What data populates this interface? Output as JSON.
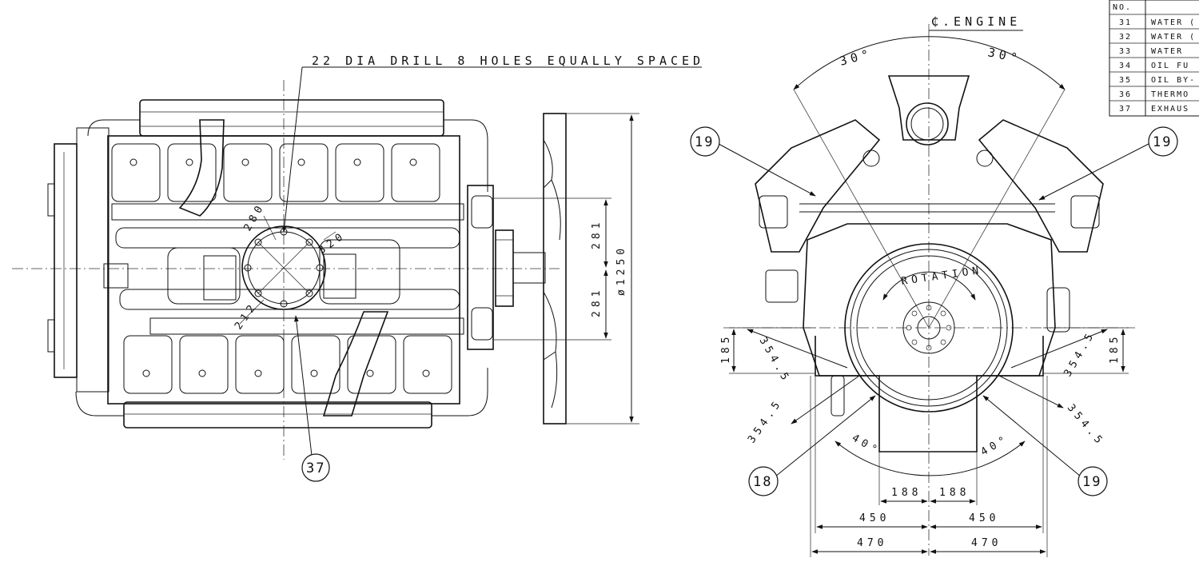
{
  "notes": {
    "drill": "22 DIA DRILL 8 HOLES EQUALLY SPACED",
    "centerline": "₵.ENGINE",
    "rotation": "ROTATION"
  },
  "balloons": {
    "top_left": "19",
    "top_right": "19",
    "bottom_left": "18",
    "bottom_right": "19",
    "side_view": "37"
  },
  "dimensions": {
    "angle_top_left": "30°",
    "angle_top_right": "30°",
    "angle_bottom_left": "40°",
    "angle_bottom_right": "40°",
    "dim_185_left": "185",
    "dim_185_right": "185",
    "dim_3545_a": "354.5",
    "dim_3545_b": "354.5",
    "dim_3545_c": "354.5",
    "dim_3545_d": "354.5",
    "dim_188_left": "188",
    "dim_188_right": "188",
    "dim_450_left": "450",
    "dim_450_right": "450",
    "dim_470_left": "470",
    "dim_470_right": "470",
    "dim_281_top": "281",
    "dim_281_bottom": "281",
    "dim_fan_dia": "ø1250",
    "dim_280": "280",
    "dim_320": "320",
    "dim_212": "212"
  },
  "parts_table": {
    "header": "NO.",
    "rows": [
      {
        "no": "31",
        "name": "WATER ("
      },
      {
        "no": "32",
        "name": "WATER ("
      },
      {
        "no": "33",
        "name": "WATER"
      },
      {
        "no": "34",
        "name": "OIL FU"
      },
      {
        "no": "35",
        "name": "OIL BY-"
      },
      {
        "no": "36",
        "name": "THERMO"
      },
      {
        "no": "37",
        "name": "EXHAUS"
      }
    ]
  }
}
